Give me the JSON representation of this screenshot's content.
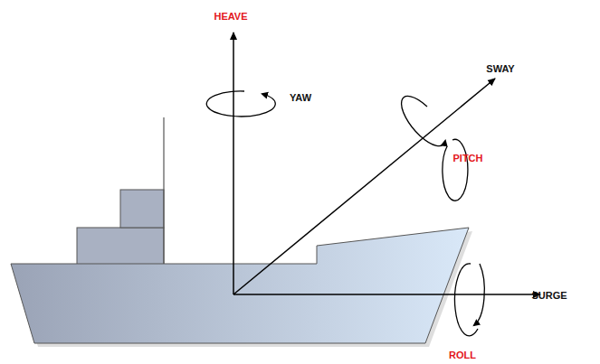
{
  "diagram": {
    "labels": [
      "HEAVE",
      "YAW",
      "SWAY",
      "PITCH",
      "SURGE",
      "ROLL"
    ]
  }
}
